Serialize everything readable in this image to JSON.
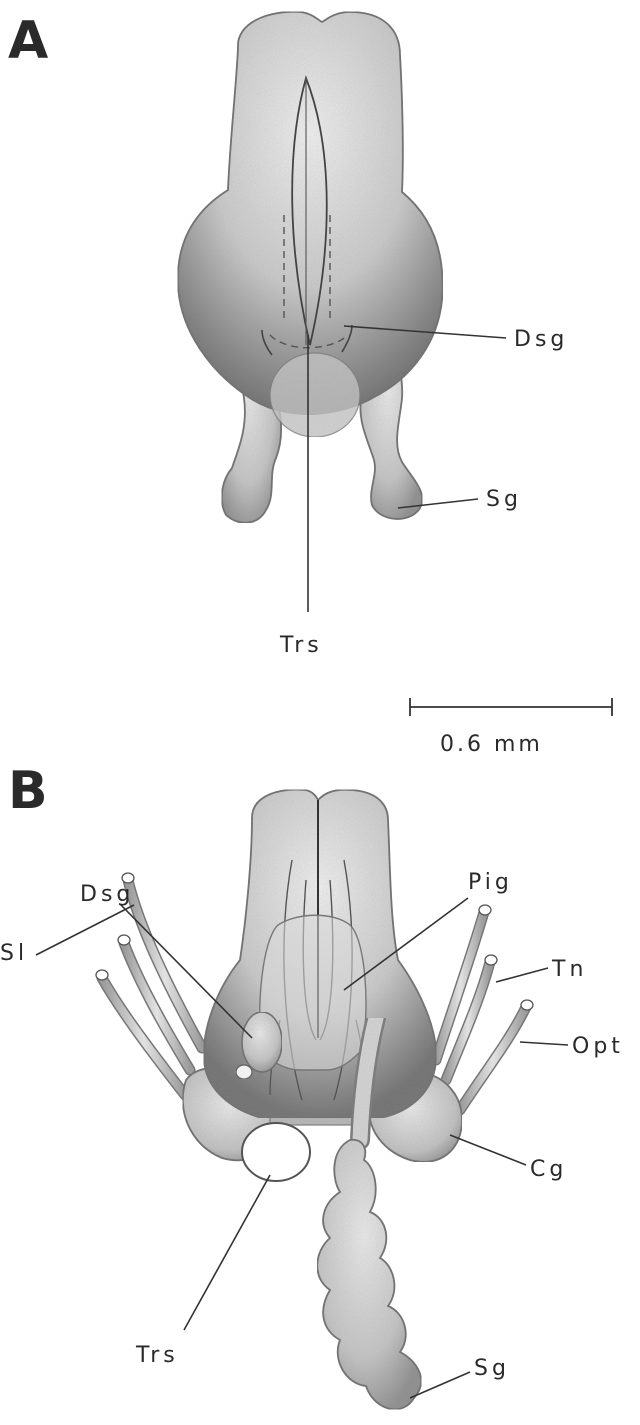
{
  "panels": {
    "a": {
      "letter": "A",
      "labels": {
        "dsg": "Dsg",
        "sg": "Sg",
        "trs": "Trs"
      }
    },
    "b": {
      "letter": "B",
      "labels": {
        "dsg": "Dsg",
        "pig": "Pig",
        "sl": "Sl",
        "tn": "Tn",
        "opt": "Opt",
        "cg": "Cg",
        "trs": "Trs",
        "sg": "Sg"
      }
    }
  },
  "scale_bar": {
    "label": "0.6 mm"
  },
  "colors": {
    "background": "#ffffff",
    "ink": "#2a2a2a",
    "tissue_light": "#e9e9e9",
    "tissue_dark": "#7c7c7c"
  }
}
